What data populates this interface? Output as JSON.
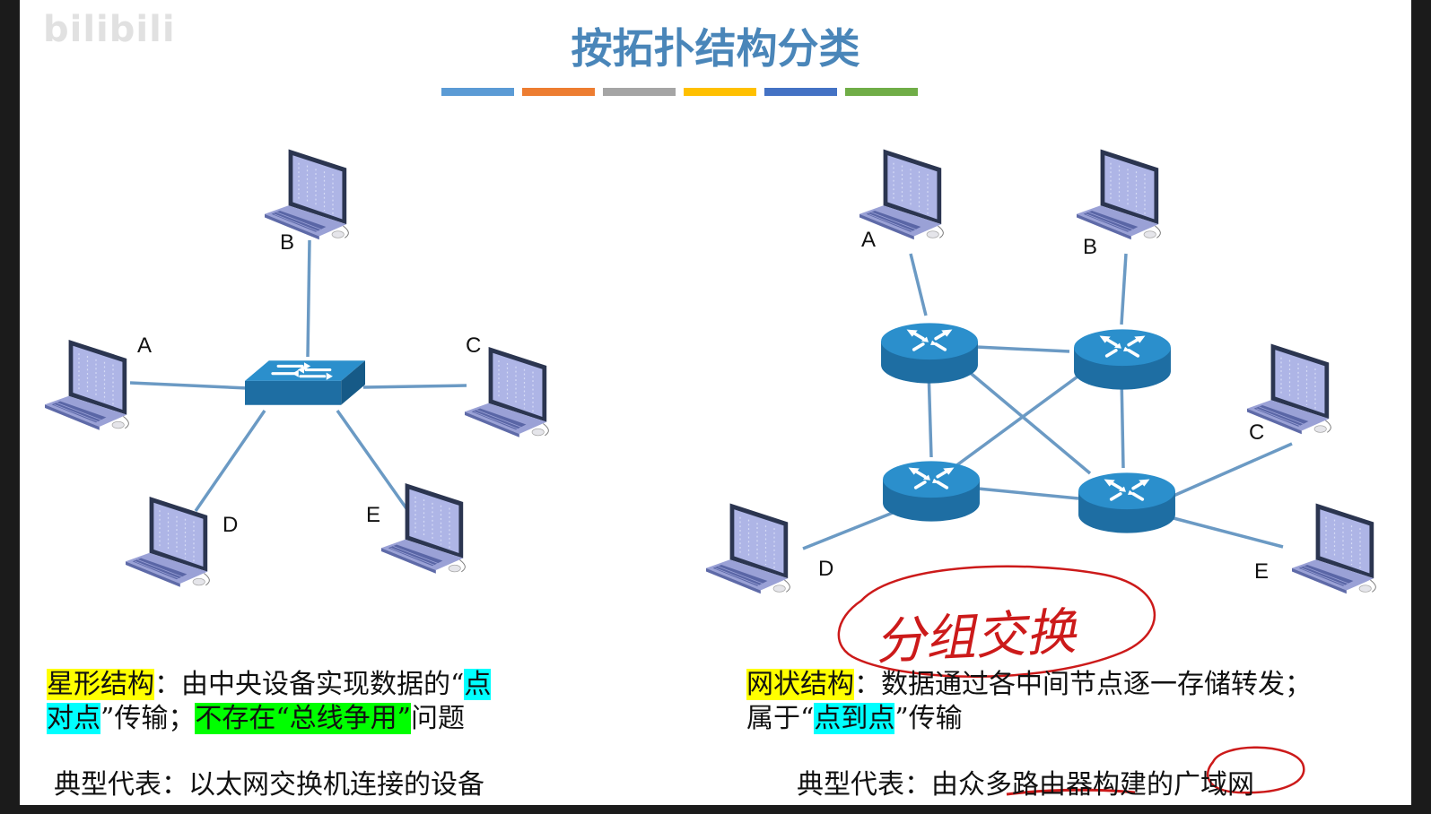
{
  "watermark": "bilibili",
  "title": "按拓扑结构分类",
  "colors": {
    "title": "#4a86b9",
    "bars": [
      "#5b9bd5",
      "#ed7d31",
      "#a5a5a5",
      "#ffc000",
      "#4472c4",
      "#70ad47"
    ],
    "link": "#6b9ac4",
    "annotation": "#cc1a1a"
  },
  "star": {
    "nodes": {
      "A": "A",
      "B": "B",
      "C": "C",
      "D": "D",
      "E": "E"
    },
    "hub_icon": "switch-icon",
    "description": {
      "term": "星形结构",
      "colon": "：",
      "part1": "由中央设备实现数据的“",
      "hl1a": "点",
      "hl1b": "对点",
      "part2": "”传输；",
      "hl2": "不存在“总线争用”",
      "part3": "问题"
    },
    "example_label": "典型代表：",
    "example_text": "以太网交换机连接的设备"
  },
  "mesh": {
    "nodes": {
      "A": "A",
      "B": "B",
      "C": "C",
      "D": "D",
      "E": "E"
    },
    "router_icon": "router-icon",
    "annotation": "分组交换",
    "description": {
      "term": "网状结构",
      "colon": "：",
      "part1": "数据通过各中间节点逐一存储转发；",
      "part2a": "属于“",
      "hl": "点到点",
      "part2b": "”传输"
    },
    "example_label": "典型代表：",
    "example_text1": "由众",
    "example_text2": "多路由器",
    "example_text3": "构建的",
    "example_text4": "广域网"
  }
}
